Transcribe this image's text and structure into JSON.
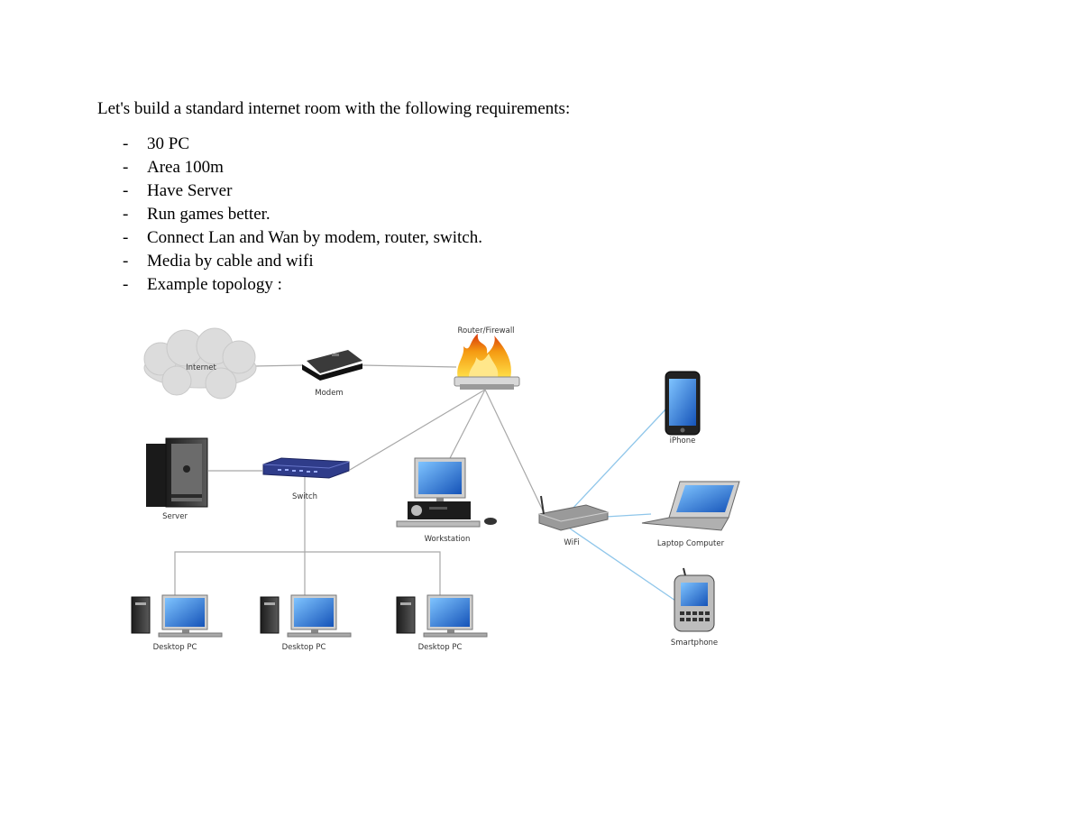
{
  "heading": "Let's build a standard internet room with the following requirements:",
  "requirements": [
    "30 PC",
    "Area 100m",
    "Have Server",
    "Run games better.",
    "Connect Lan and Wan by modem, router, switch.",
    "Media by cable and wifi",
    "Example topology :"
  ],
  "bullet": "-",
  "diagram": {
    "internet": "Internet",
    "modem": "Modem",
    "router": "Router/Firewall",
    "server": "Server",
    "switch": "Switch",
    "workstation": "Workstation",
    "wifi": "WiFi",
    "iphone": "iPhone",
    "laptop": "Laptop Computer",
    "smartphone": "Smartphone",
    "desktop": "Desktop PC"
  },
  "colors": {
    "wire": "#a8a8a8",
    "wireless": "#8fc6ea",
    "screen": "#1f6fd1",
    "switch": "#2f3c8a",
    "fire": "#f59b12"
  }
}
